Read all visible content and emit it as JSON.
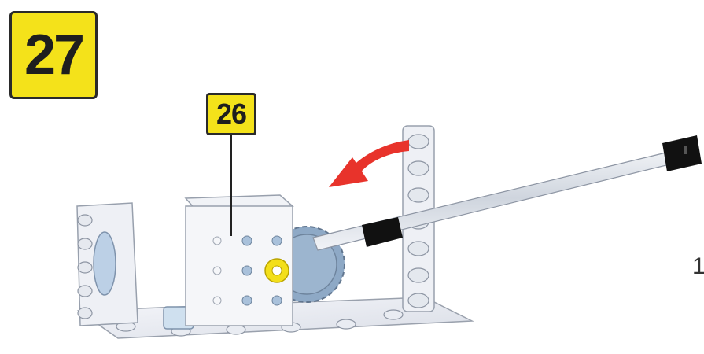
{
  "step": {
    "number": "27"
  },
  "callout": {
    "number": "26"
  },
  "edge_label": "1",
  "colors": {
    "badge_fill": "#f4e21a",
    "arrow": "#e8332b",
    "handle": "#111111",
    "washer": "#f3df1a",
    "gear": "#8ea9c6"
  },
  "icons": [
    "rotation-arrow-icon"
  ]
}
